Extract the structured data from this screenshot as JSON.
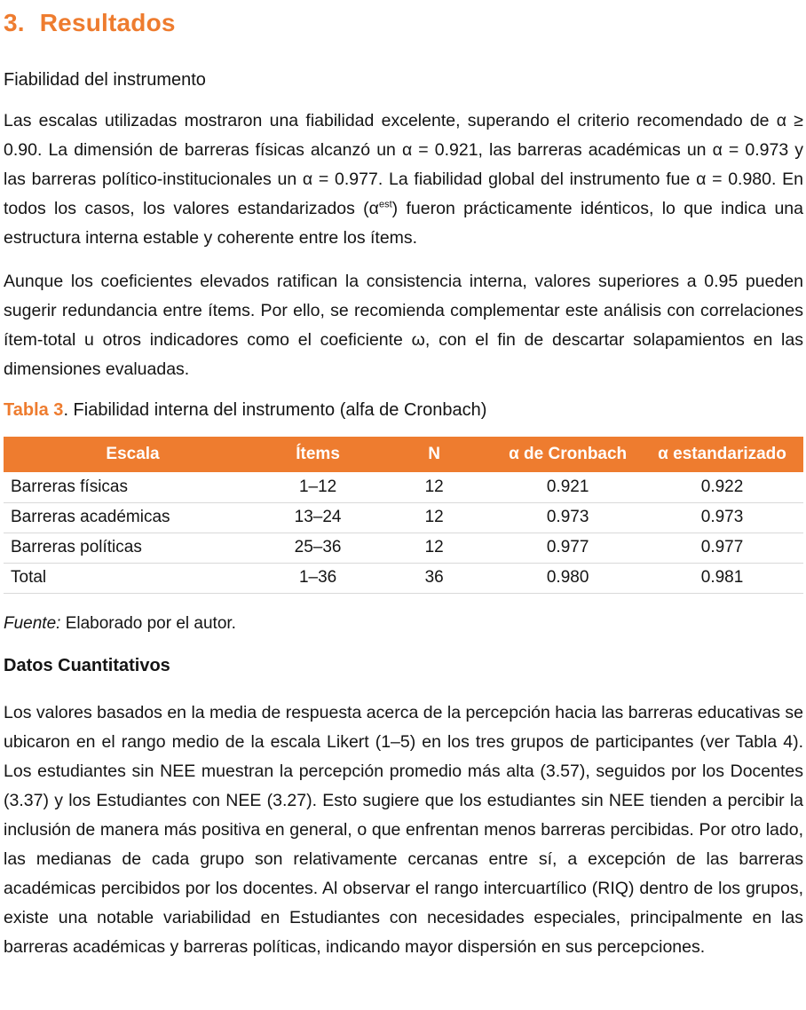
{
  "page": {
    "heading_number": "3.",
    "heading_title": "Resultados",
    "subheading": "Fiabilidad del instrumento",
    "para1": {
      "before_sup": "Las escalas utilizadas mostraron una fiabilidad excelente, superando el criterio recomendado de α ≥ 0.90. La dimensión de barreras físicas alcanzó un α = 0.921, las barreras académicas un α = 0.973 y las barreras político-institucionales un α = 0.977. La fiabilidad global del instrumento fue α = 0.980. En todos los casos, los valores estandarizados (α",
      "sup": "est",
      "after_sup": ") fueron prácticamente idénticos, lo que indica una estructura interna estable y coherente entre los ítems."
    },
    "para2": "Aunque los coeficientes elevados ratifican la consistencia interna, valores superiores a 0.95 pueden sugerir redundancia entre ítems. Por ello, se recomienda complementar este análisis con correlaciones ítem-total u otros indicadores como el coeficiente ω, con el fin de descartar solapamientos en las dimensiones evaluadas.",
    "table_caption": {
      "label": "Tabla 3",
      "rest": ". Fiabilidad interna del instrumento (alfa de Cronbach)"
    },
    "table": {
      "headers": [
        "Escala",
        "Ítems",
        "N",
        "α de Cronbach",
        "α estandarizado"
      ],
      "rows": [
        [
          "Barreras físicas",
          "1–12",
          "12",
          "0.921",
          "0.922"
        ],
        [
          "Barreras académicas",
          "13–24",
          "12",
          "0.973",
          "0.973"
        ],
        [
          "Barreras políticas",
          "25–36",
          "12",
          "0.977",
          "0.977"
        ],
        [
          "Total",
          "1–36",
          "36",
          "0.980",
          "0.981"
        ]
      ]
    },
    "source": {
      "label": "Fuente:",
      "rest": " Elaborado por el autor."
    },
    "section2_heading": "Datos Cuantitativos",
    "para3": "Los valores basados en la media de respuesta acerca de la percepción hacia las barreras educativas se ubicaron en el rango medio de la escala Likert (1–5) en los tres grupos de participantes (ver Tabla 4). Los estudiantes sin NEE muestran la percepción promedio más alta (3.57), seguidos por los Docentes (3.37) y los Estudiantes con NEE (3.27). Esto sugiere que los estudiantes sin NEE tienden a percibir la inclusión de manera más positiva en general, o que enfrentan menos barreras percibidas. Por otro lado, las medianas de cada grupo son relativamente cercanas entre sí, a excepción de las barreras académicas percibidos por los docentes. Al observar el rango intercuartílico (RIQ) dentro de los grupos, existe una notable variabilidad en Estudiantes con necesidades especiales, principalmente en las barreras académicas y barreras políticas, indicando mayor dispersión en sus percepciones."
  },
  "colors": {
    "accent_orange": "#EE7C2F",
    "table_header_text": "#FFFFFF",
    "body_text": "#141414",
    "row_border": "#D9D9D9"
  }
}
